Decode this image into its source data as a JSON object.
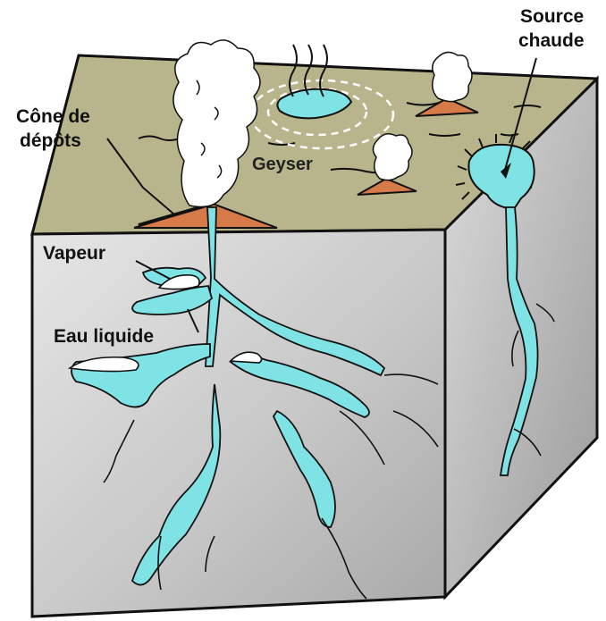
{
  "labels": {
    "source_line1": "Source",
    "source_line2": "chaude",
    "cone_line1": "Cône de",
    "cone_line2": "dépôts",
    "geyser": "Geyser",
    "vapeur": "Vapeur",
    "eau_liquide": "Eau liquide"
  },
  "colors": {
    "ground_top": "#b8b58c",
    "block_front": "#c9c9c9",
    "block_side": "#bdbdbd",
    "water": "#7fe3e6",
    "cone": "#d77a4a",
    "steam": "#ffffff",
    "outline": "#111111"
  },
  "icons": {
    "geyser_plume": "steam-cloud-icon",
    "hot_spring": "hot-spring-pool-icon"
  }
}
